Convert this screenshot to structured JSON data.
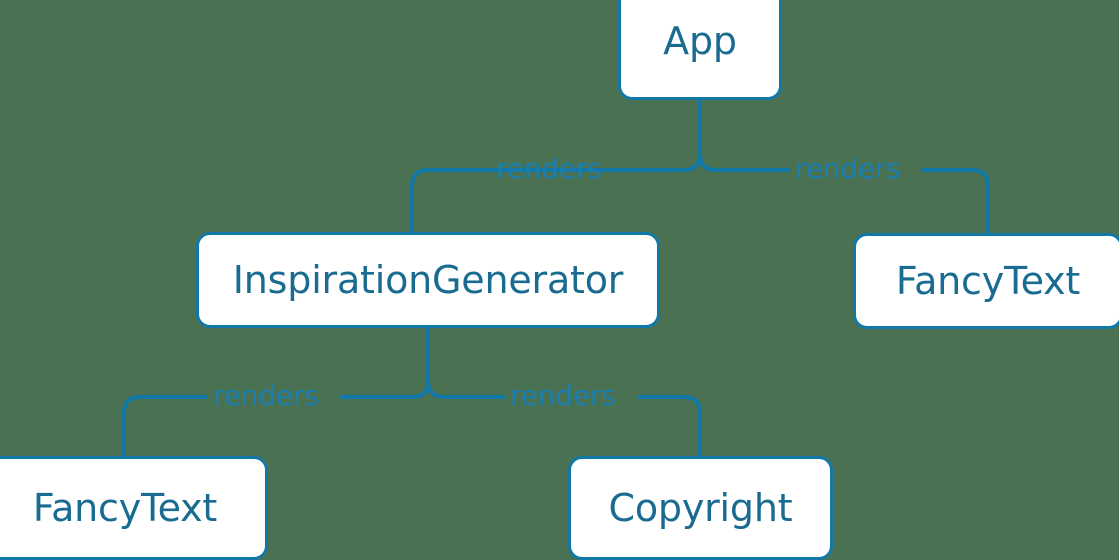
{
  "diagram": {
    "type": "component-tree",
    "background_color": "#4a7151",
    "node_fill": "#ffffff",
    "node_border_color": "#1278a8",
    "node_text_color": "#1a6b91",
    "edge_color": "#1278a8",
    "edge_label_color": "#1a7fb0",
    "nodes": [
      {
        "id": "app",
        "label": "App"
      },
      {
        "id": "inspiration_generator",
        "label": "InspirationGenerator"
      },
      {
        "id": "fancy_text_right",
        "label": "FancyText"
      },
      {
        "id": "fancy_text_bottom_left",
        "label": "FancyText"
      },
      {
        "id": "copyright",
        "label": "Copyright"
      }
    ],
    "edges": [
      {
        "id": "edge-1",
        "from": "app",
        "to": "inspiration_generator",
        "label": "renders"
      },
      {
        "id": "edge-2",
        "from": "app",
        "to": "fancy_text_right",
        "label": "renders"
      },
      {
        "id": "edge-3",
        "from": "inspiration_generator",
        "to": "fancy_text_bottom_left",
        "label": "renders"
      },
      {
        "id": "edge-4",
        "from": "inspiration_generator",
        "to": "copyright",
        "label": "renders"
      }
    ]
  }
}
